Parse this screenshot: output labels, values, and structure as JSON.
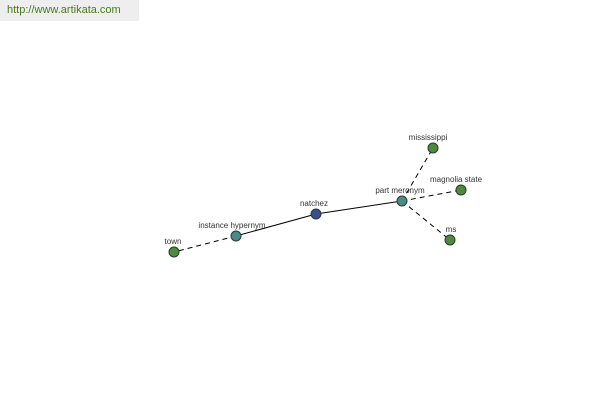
{
  "site": {
    "url": "http://www.artikata.com",
    "banner_color": "#eeeeee",
    "link_color": "#4a7a1e"
  },
  "graph": {
    "colors": {
      "focus_node": "#3a4f92",
      "relation_node": "#4a8a8a",
      "term_node": "#4c8a3c"
    },
    "nodes": [
      {
        "id": "natchez",
        "label": "natchez",
        "kind": "focus"
      },
      {
        "id": "instance-hypernym",
        "label": "instance hypernym",
        "kind": "relation"
      },
      {
        "id": "town",
        "label": "town",
        "kind": "term"
      },
      {
        "id": "part-meronym",
        "label": "part meronym",
        "kind": "relation"
      },
      {
        "id": "mississippi",
        "label": "mississippi",
        "kind": "term"
      },
      {
        "id": "magnolia-state",
        "label": "magnolia state",
        "kind": "term"
      },
      {
        "id": "ms",
        "label": "ms",
        "kind": "term"
      }
    ],
    "edges": [
      {
        "from": "natchez",
        "to": "instance-hypernym",
        "style": "solid"
      },
      {
        "from": "instance-hypernym",
        "to": "town",
        "style": "dashed"
      },
      {
        "from": "natchez",
        "to": "part-meronym",
        "style": "solid"
      },
      {
        "from": "part-meronym",
        "to": "mississippi",
        "style": "dashed"
      },
      {
        "from": "part-meronym",
        "to": "magnolia-state",
        "style": "dashed"
      },
      {
        "from": "part-meronym",
        "to": "ms",
        "style": "dashed"
      }
    ]
  }
}
